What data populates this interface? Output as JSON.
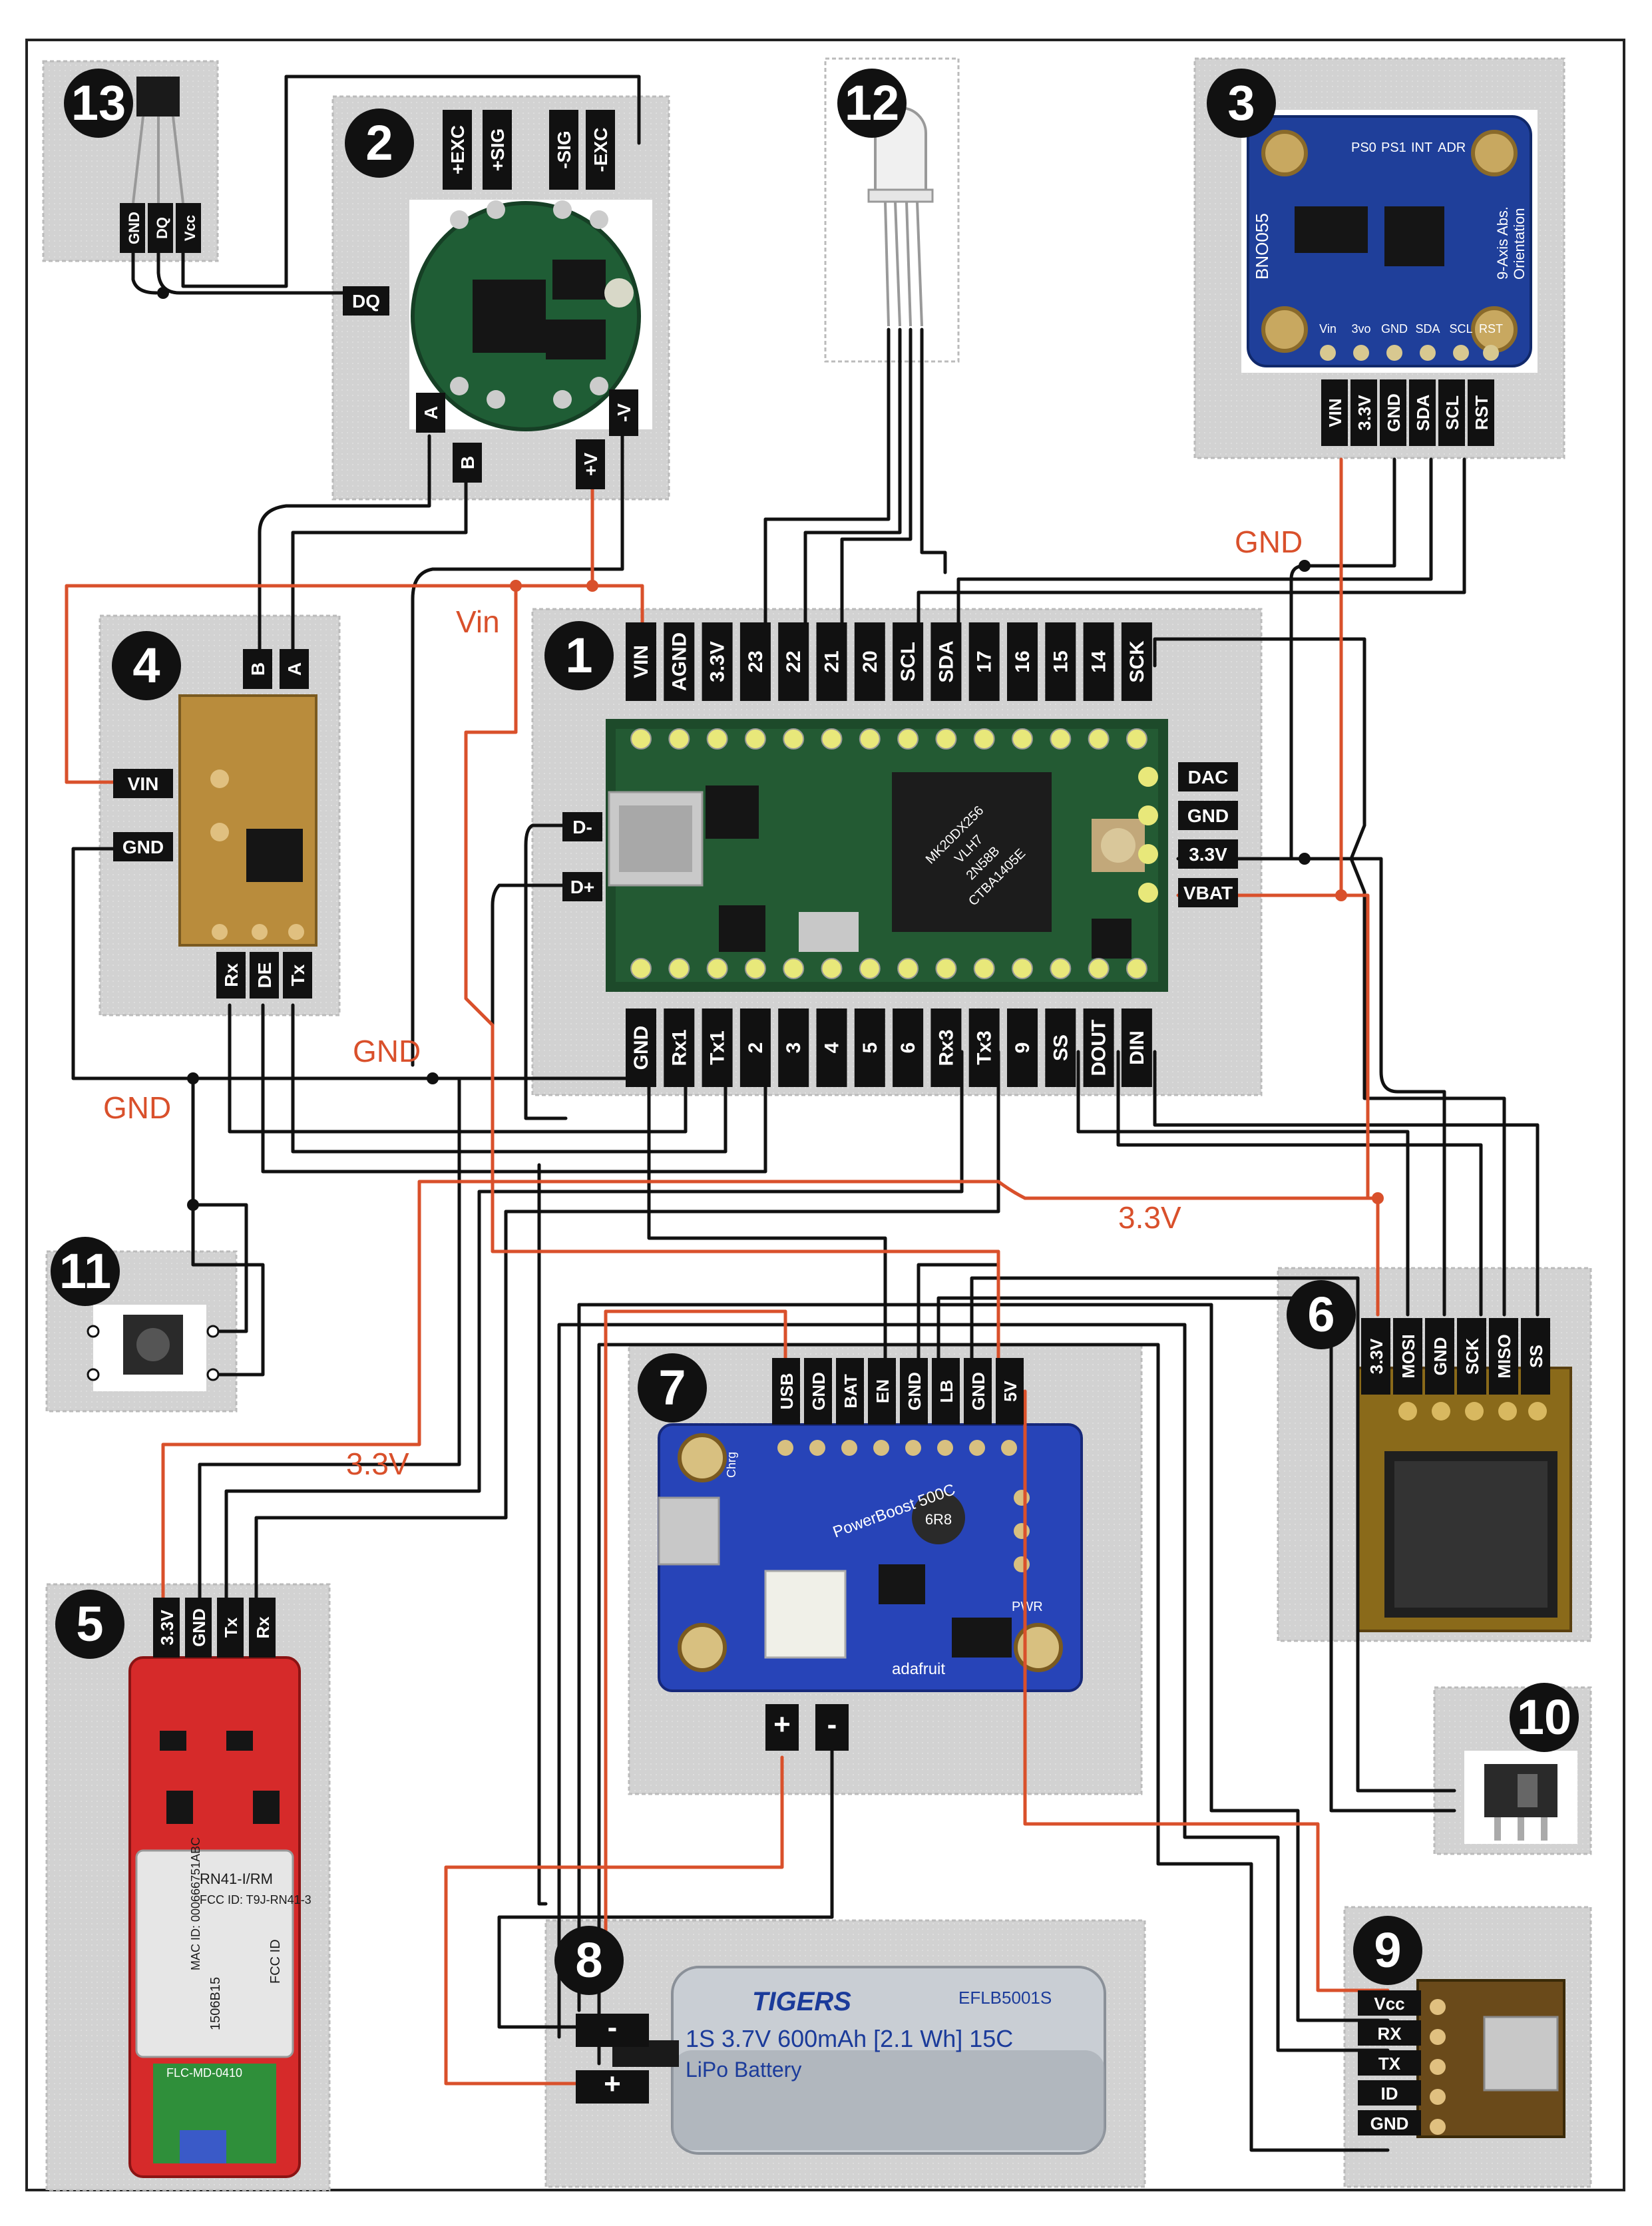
{
  "modules": {
    "m1": {
      "number": "1",
      "top_pins": [
        "VIN",
        "AGND",
        "3.3V",
        "23",
        "22",
        "21",
        "20",
        "SCL",
        "SDA",
        "17",
        "16",
        "15",
        "14",
        "SCK"
      ],
      "bottom_pins": [
        "GND",
        "Rx1",
        "Tx1",
        "2",
        "3",
        "4",
        "5",
        "6",
        "Rx3",
        "Tx3",
        "9",
        "SS",
        "DOUT",
        "DIN"
      ],
      "right_pins": [
        "DAC",
        "GND",
        "3.3V",
        "VBAT"
      ],
      "left_pins": [
        "D-",
        "D+"
      ],
      "chip_text": [
        "MK20DX256",
        "VLH7",
        "2N58B",
        "CTBA1405E"
      ]
    },
    "m2": {
      "number": "2",
      "top_pins": [
        "+EXC",
        "+SIG",
        "-SIG",
        "-EXC"
      ],
      "side_pins": [
        "DQ",
        "A",
        "B",
        "+V",
        "-V"
      ]
    },
    "m3": {
      "number": "3",
      "pins": [
        "VIN",
        "3.3V",
        "GND",
        "SDA",
        "SCL",
        "RST"
      ],
      "board_text": [
        "PS0",
        "PS1",
        "INT",
        "ADR",
        "BNO055",
        "9-Axis Abs.",
        "Orientation",
        "Vin",
        "3vo",
        "GND",
        "SDA",
        "SCL",
        "RST"
      ]
    },
    "m4": {
      "number": "4",
      "top_pins": [
        "B",
        "A"
      ],
      "left_pins": [
        "VIN",
        "GND"
      ],
      "bottom_pins": [
        "Rx",
        "DE",
        "Tx"
      ]
    },
    "m5": {
      "number": "5",
      "pins": [
        "3.3V",
        "GND",
        "Tx",
        "Rx"
      ],
      "board_text": [
        "RN41-I/RM",
        "FCC ID: T9J-RN41-3",
        "MAC ID: 000666751ABC",
        "1506B15",
        "FCC ID",
        "FLC-MD-0410"
      ]
    },
    "m6": {
      "number": "6",
      "pins": [
        "3.3V",
        "MOSI",
        "GND",
        "SCK",
        "MISO",
        "SS"
      ]
    },
    "m7": {
      "number": "7",
      "pins": [
        "USB",
        "GND",
        "BAT",
        "EN",
        "GND",
        "LB",
        "GND",
        "5V"
      ],
      "terminals": [
        "+",
        "-"
      ],
      "board_text": [
        "Chrg",
        "USB",
        "GND",
        "BAT",
        "EN",
        "GND",
        "LB",
        "5V",
        "PowerBoost 500C",
        "adafruit",
        "6R8",
        "PWR"
      ]
    },
    "m8": {
      "number": "8",
      "terminals": [
        "-",
        "+"
      ],
      "battery_brand": "TIGERS",
      "battery_model": "EFLB5001S",
      "battery_spec": "1S 3.7V 600mAh [2.1 Wh] 15C",
      "battery_type": "LiPo Battery"
    },
    "m9": {
      "number": "9",
      "pins": [
        "Vcc",
        "RX",
        "TX",
        "ID",
        "GND"
      ]
    },
    "m10": {
      "number": "10"
    },
    "m11": {
      "number": "11"
    },
    "m12": {
      "number": "12"
    },
    "m13": {
      "number": "13",
      "pins": [
        "GND",
        "DQ",
        "Vcc"
      ]
    }
  },
  "wire_labels": {
    "vin": "Vin",
    "gnd_top": "GND",
    "gnd_mid": "GND",
    "gnd_left": "GND",
    "v33_left": "3.3V",
    "v33_right": "3.3V"
  },
  "colors": {
    "power_wire": "#d9502b",
    "signal_wire": "#111111",
    "panel": "#d4d4d4",
    "label_bg": "#111111"
  }
}
